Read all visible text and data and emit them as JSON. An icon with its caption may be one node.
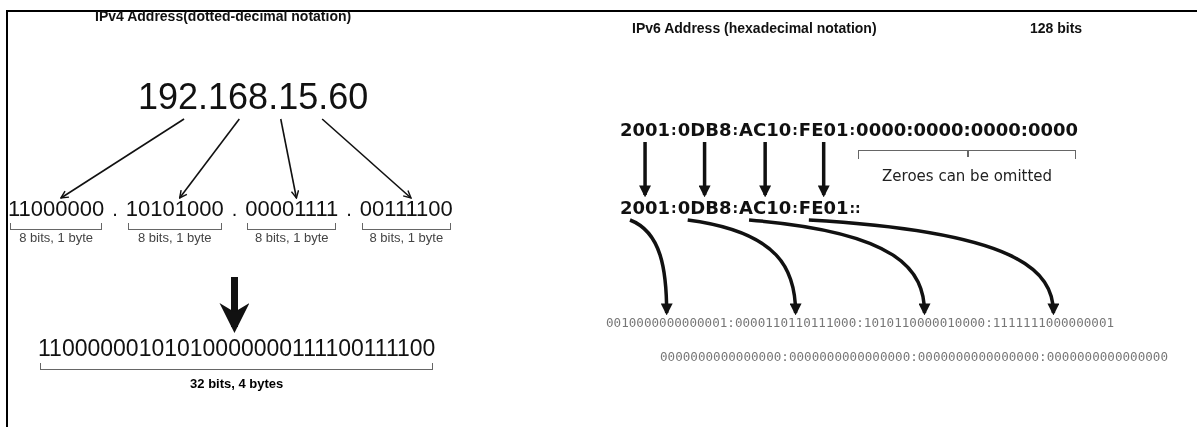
{
  "diagram": {
    "nodes": [
      {
        "text": [
          "192.168.15.60"
        ]
      },
      {
        "text": [
          "11000000"
        ],
        "beside": [
          "8 bits, 1 byte"
        ]
      },
      {
        "text": [
          "10101000"
        ],
        "beside": [
          "8 bits, 1 byte"
        ]
      },
      {
        "text": [
          "00001111"
        ],
        "beside": [
          "8 bits, 1 byte"
        ]
      },
      {
        "text": [
          "00111100"
        ],
        "beside": [
          "8 bits, 1 byte"
        ]
      },
      {
        "text": [
          "11000000101010000000111100111100"
        ],
        "beside": [
          "32 bits, 4 bytes"
        ]
      },
      {
        "text": [
          "2001"
        ]
      },
      {
        "text": [
          "0DB8"
        ]
      },
      {
        "text": [
          "AC10"
        ]
      },
      {
        "text": [
          "FE01"
        ]
      },
      {
        "text": [
          "0000:0000:0000:0000"
        ],
        "beside": [
          "Zeroes can be omitted"
        ]
      },
      {
        "text": [
          "2001"
        ]
      },
      {
        "text": [
          "0DB8"
        ]
      },
      {
        "text": [
          "AC10"
        ]
      },
      {
        "text": [
          "FE01"
        ]
      },
      {
        "text": [
          "0010000000000001"
        ]
      },
      {
        "text": [
          "0000110110111000"
        ]
      },
      {
        "text": [
          "1010110000010000"
        ]
      },
      {
        "text": [
          "1111111000000001"
        ]
      }
    ],
    "edges": [
      {
        "from": 0,
        "to": 1,
        "arrow": "to"
      },
      {
        "from": 0,
        "to": 2,
        "arrow": "to"
      },
      {
        "from": 0,
        "to": 3,
        "arrow": "to"
      },
      {
        "from": 0,
        "to": 4,
        "arrow": "to"
      },
      {
        "from": null,
        "to": 5,
        "arrow": "to",
        "style": "thick"
      },
      {
        "from": 6,
        "to": 11,
        "arrow": "to"
      },
      {
        "from": 7,
        "to": 12,
        "arrow": "to"
      },
      {
        "from": 8,
        "to": 13,
        "arrow": "to"
      },
      {
        "from": 9,
        "to": 14,
        "arrow": "to"
      },
      {
        "from": 11,
        "to": 15,
        "arrow": "to"
      },
      {
        "from": 12,
        "to": 16,
        "arrow": "to"
      },
      {
        "from": 13,
        "to": 17,
        "arrow": "to"
      },
      {
        "from": 14,
        "to": 18,
        "arrow": "to"
      }
    ],
    "labels": [
      "IPv4 Address(dotted-decimal notation)",
      "IPv6 Address (hexadecimal notation)",
      "128 bits",
      ".",
      ".",
      ".",
      ":",
      ":",
      ":",
      ":",
      ":",
      ":",
      ":",
      "::",
      ":",
      ":",
      ":",
      "0000000000000000:0000000000000000:0000000000000000:0000000000000000"
    ]
  }
}
